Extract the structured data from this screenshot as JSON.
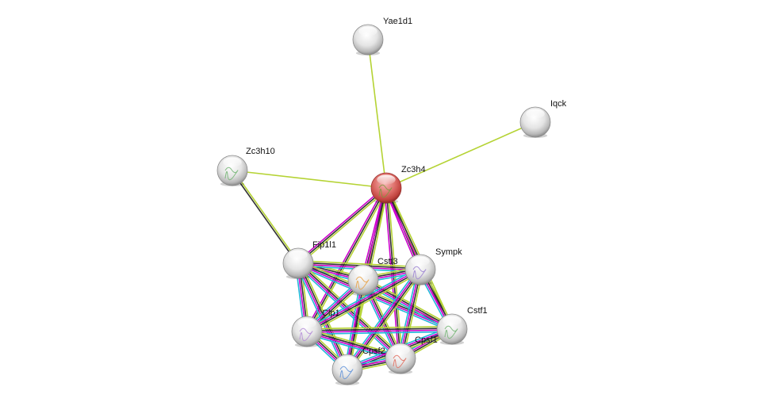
{
  "diagram": {
    "type": "protein-interaction-network",
    "edge_colors": {
      "textmining": "#b5d334",
      "coexpression": "#333333",
      "experiments": "#cc00cc",
      "databases": "#22b7d9"
    },
    "query_node_color": "#d9534f",
    "nodes": [
      {
        "id": "Yae1d1",
        "label": "Yae1d1",
        "query": false,
        "structure": false
      },
      {
        "id": "Iqck",
        "label": "Iqck",
        "query": false,
        "structure": false
      },
      {
        "id": "Zc3h10",
        "label": "Zc3h10",
        "query": false,
        "structure": true
      },
      {
        "id": "Zc3h4",
        "label": "Zc3h4",
        "query": true,
        "structure": true
      },
      {
        "id": "Fip1l1",
        "label": "Fip1l1",
        "query": false,
        "structure": false
      },
      {
        "id": "Cstf3",
        "label": "Cstf3",
        "query": false,
        "structure": true
      },
      {
        "id": "Sympk",
        "label": "Sympk",
        "query": false,
        "structure": true
      },
      {
        "id": "Clp1",
        "label": "Clp1",
        "query": false,
        "structure": true
      },
      {
        "id": "Cstf1",
        "label": "Cstf1",
        "query": false,
        "structure": true
      },
      {
        "id": "Cpsf1",
        "label": "Cpsf1",
        "query": false,
        "structure": true
      },
      {
        "id": "Cpsf2",
        "label": "Cpsf2",
        "query": false,
        "structure": true
      }
    ],
    "edges": [
      {
        "from": "Zc3h4",
        "to": "Yae1d1",
        "types": [
          "textmining"
        ]
      },
      {
        "from": "Zc3h4",
        "to": "Iqck",
        "types": [
          "textmining"
        ]
      },
      {
        "from": "Zc3h4",
        "to": "Zc3h10",
        "types": [
          "textmining"
        ]
      },
      {
        "from": "Zc3h10",
        "to": "Fip1l1",
        "types": [
          "textmining",
          "coexpression"
        ]
      },
      {
        "from": "Zc3h4",
        "to": "Fip1l1",
        "types": [
          "textmining",
          "coexpression",
          "experiments"
        ]
      },
      {
        "from": "Zc3h4",
        "to": "Cstf3",
        "types": [
          "textmining",
          "coexpression",
          "experiments"
        ]
      },
      {
        "from": "Zc3h4",
        "to": "Sympk",
        "types": [
          "textmining",
          "coexpression",
          "experiments"
        ]
      },
      {
        "from": "Zc3h4",
        "to": "Clp1",
        "types": [
          "textmining",
          "coexpression",
          "experiments"
        ]
      },
      {
        "from": "Zc3h4",
        "to": "Cstf1",
        "types": [
          "textmining",
          "coexpression",
          "experiments"
        ]
      },
      {
        "from": "Zc3h4",
        "to": "Cpsf1",
        "types": [
          "textmining",
          "coexpression",
          "experiments"
        ]
      },
      {
        "from": "Zc3h4",
        "to": "Cpsf2",
        "types": [
          "textmining",
          "coexpression",
          "experiments"
        ]
      },
      {
        "from": "Fip1l1",
        "to": "Cstf3",
        "types": [
          "textmining",
          "coexpression",
          "experiments",
          "databases"
        ]
      },
      {
        "from": "Fip1l1",
        "to": "Sympk",
        "types": [
          "textmining",
          "coexpression",
          "experiments",
          "databases"
        ]
      },
      {
        "from": "Fip1l1",
        "to": "Clp1",
        "types": [
          "textmining",
          "coexpression",
          "experiments",
          "databases"
        ]
      },
      {
        "from": "Fip1l1",
        "to": "Cstf1",
        "types": [
          "textmining",
          "coexpression",
          "experiments",
          "databases"
        ]
      },
      {
        "from": "Fip1l1",
        "to": "Cpsf1",
        "types": [
          "textmining",
          "coexpression",
          "experiments",
          "databases"
        ]
      },
      {
        "from": "Fip1l1",
        "to": "Cpsf2",
        "types": [
          "textmining",
          "coexpression",
          "experiments",
          "databases"
        ]
      },
      {
        "from": "Cstf3",
        "to": "Sympk",
        "types": [
          "textmining",
          "coexpression",
          "experiments",
          "databases"
        ]
      },
      {
        "from": "Cstf3",
        "to": "Clp1",
        "types": [
          "textmining",
          "coexpression",
          "experiments",
          "databases"
        ]
      },
      {
        "from": "Cstf3",
        "to": "Cstf1",
        "types": [
          "textmining",
          "coexpression",
          "experiments",
          "databases"
        ]
      },
      {
        "from": "Cstf3",
        "to": "Cpsf1",
        "types": [
          "textmining",
          "coexpression",
          "experiments",
          "databases"
        ]
      },
      {
        "from": "Cstf3",
        "to": "Cpsf2",
        "types": [
          "textmining",
          "coexpression",
          "experiments",
          "databases"
        ]
      },
      {
        "from": "Sympk",
        "to": "Clp1",
        "types": [
          "textmining",
          "coexpression",
          "experiments",
          "databases"
        ]
      },
      {
        "from": "Sympk",
        "to": "Cstf1",
        "types": [
          "textmining",
          "coexpression",
          "experiments",
          "databases"
        ]
      },
      {
        "from": "Sympk",
        "to": "Cpsf1",
        "types": [
          "textmining",
          "coexpression",
          "experiments",
          "databases"
        ]
      },
      {
        "from": "Sympk",
        "to": "Cpsf2",
        "types": [
          "textmining",
          "coexpression",
          "experiments",
          "databases"
        ]
      },
      {
        "from": "Clp1",
        "to": "Cstf1",
        "types": [
          "textmining",
          "coexpression",
          "experiments",
          "databases"
        ]
      },
      {
        "from": "Clp1",
        "to": "Cpsf1",
        "types": [
          "textmining",
          "coexpression",
          "experiments",
          "databases"
        ]
      },
      {
        "from": "Clp1",
        "to": "Cpsf2",
        "types": [
          "textmining",
          "coexpression",
          "experiments",
          "databases"
        ]
      },
      {
        "from": "Cstf1",
        "to": "Cpsf1",
        "types": [
          "textmining",
          "coexpression",
          "experiments",
          "databases"
        ]
      },
      {
        "from": "Cstf1",
        "to": "Cpsf2",
        "types": [
          "textmining",
          "coexpression",
          "experiments",
          "databases"
        ]
      },
      {
        "from": "Cpsf1",
        "to": "Cpsf2",
        "types": [
          "textmining",
          "coexpression",
          "experiments",
          "databases"
        ]
      }
    ]
  }
}
